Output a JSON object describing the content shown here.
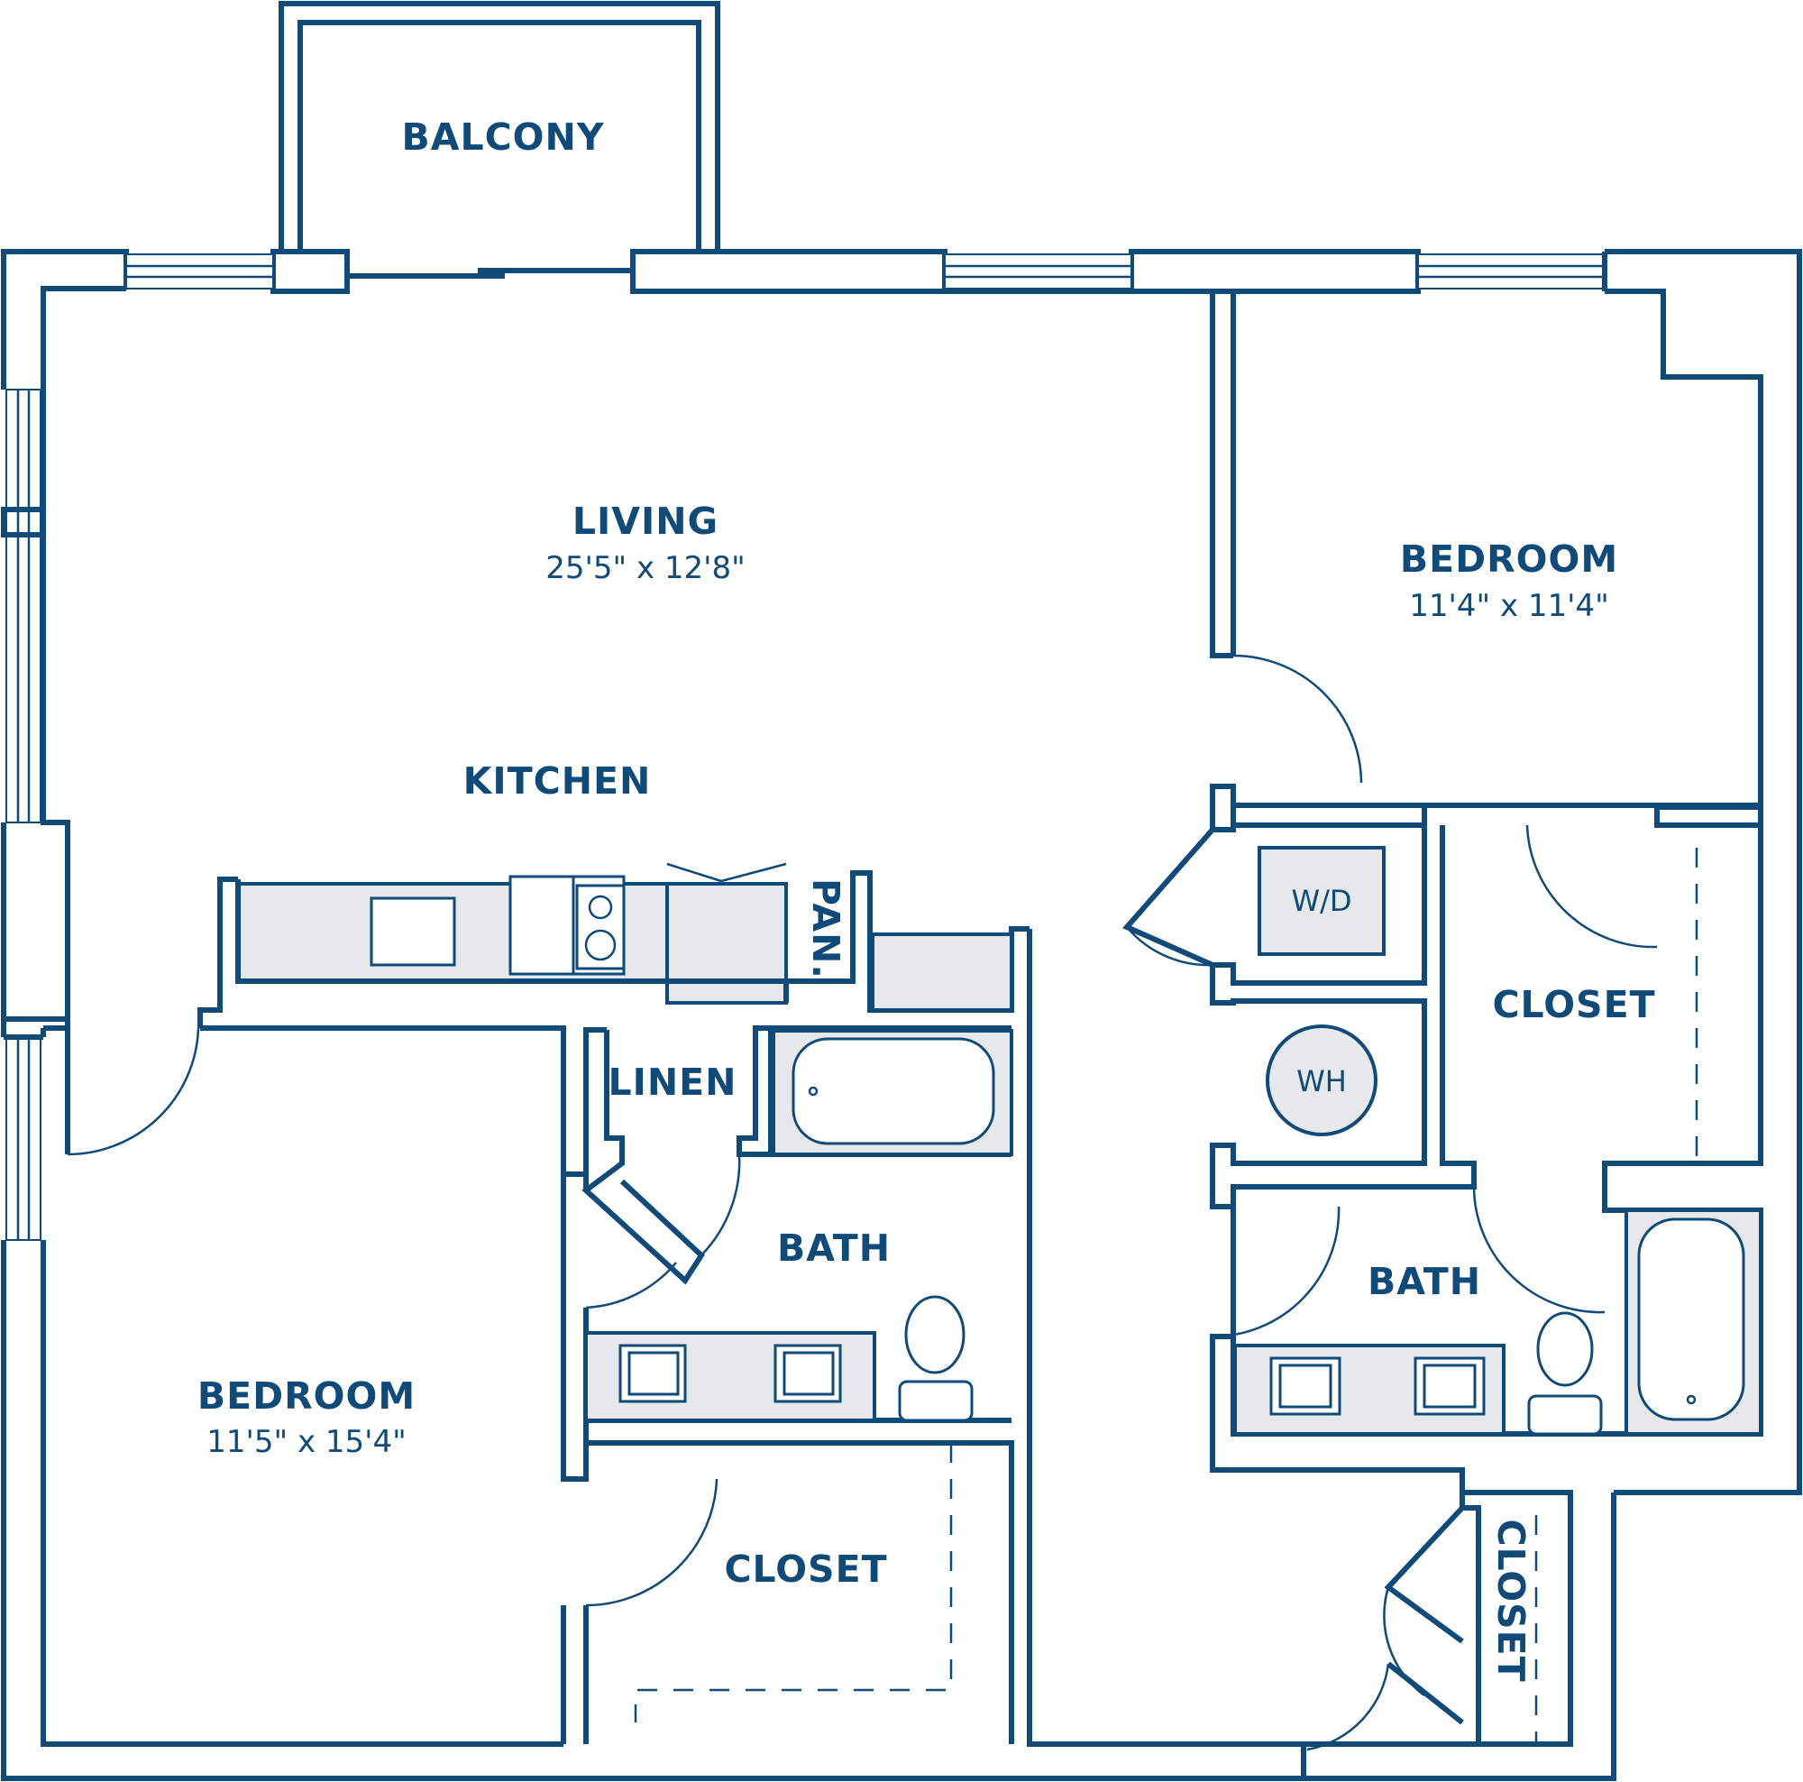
{
  "rooms": {
    "balcony": {
      "name": "BALCONY"
    },
    "living": {
      "name": "LIVING",
      "size": "25'5\" x 12'8\""
    },
    "kitchen": {
      "name": "KITCHEN"
    },
    "pantry": {
      "name": "PAN."
    },
    "bedroom_right": {
      "name": "BEDROOM",
      "size": "11'4\" x 11'4\""
    },
    "bedroom_left": {
      "name": "BEDROOM",
      "size": "11'5\" x 15'4\""
    },
    "linen": {
      "name": "LINEN"
    },
    "bath_left": {
      "name": "BATH"
    },
    "bath_right": {
      "name": "BATH"
    },
    "closet_left": {
      "name": "CLOSET"
    },
    "closet_right_upper": {
      "name": "CLOSET"
    },
    "closet_right_lower": {
      "name": "CLOSET"
    }
  },
  "appliances": {
    "washer_dryer": "W/D",
    "water_heater": "WH"
  },
  "colors": {
    "wall": "#0f4a78",
    "fixture_fill": "#e6e8ec",
    "background": "#ffffff"
  }
}
